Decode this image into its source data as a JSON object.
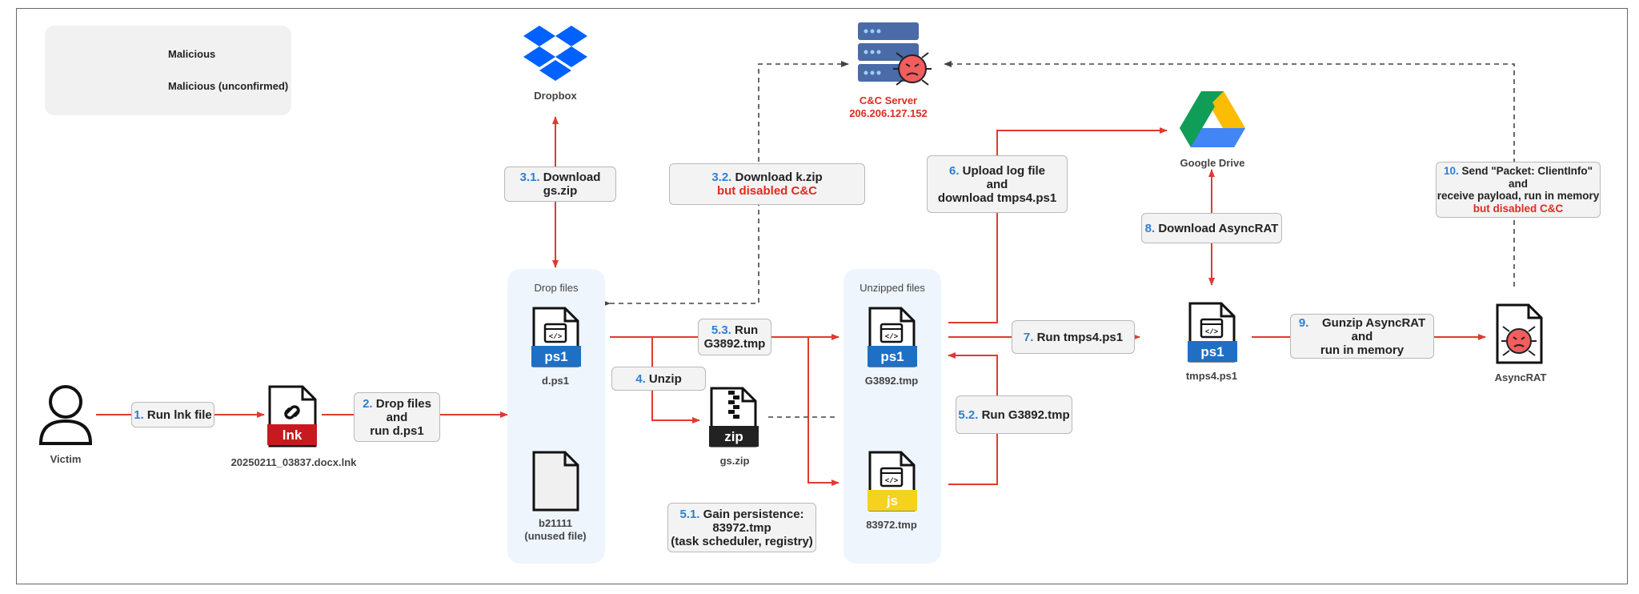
{
  "legend": {
    "malicious": "Malicious",
    "unconfirmed": "Malicious (unconfirmed)"
  },
  "colors": {
    "malicious": "#e03a30",
    "unconfirmed": "#444444",
    "step_number": "#2f7fd0",
    "warning": "#e02b1f",
    "group_bg": "#eef5fc",
    "ps1_badge": "#1f6fc5",
    "js_badge": "#f5d21b",
    "lnk_badge": "#c8191f",
    "zip_badge": "#222222"
  },
  "nodes": {
    "victim": "Victim",
    "lnk_file": "20250211_03837.docx.lnk",
    "lnk_badge": "lnk",
    "dropbox": "Dropbox",
    "cc_server_title": "C&C Server",
    "cc_server_ip": "206.206.127.152",
    "google_drive": "Google Drive",
    "drop_files_group": "Drop files",
    "d_ps1": "d.ps1",
    "ps1_badge": "ps1",
    "b21111": "b21111",
    "b21111_note": "(unused file)",
    "gs_zip": "gs.zip",
    "zip_badge": "zip",
    "unzipped_group": "Unzipped files",
    "g3892": "G3892.tmp",
    "f83972": "83972.tmp",
    "js_badge": "js",
    "tmps4": "tmps4.ps1",
    "asyncrat": "AsyncRAT"
  },
  "steps": {
    "s1": {
      "num": "1.",
      "text": "Run lnk file"
    },
    "s2": {
      "num": "2.",
      "line1": "Drop files",
      "line2": "and",
      "line3": "run d.ps1"
    },
    "s31": {
      "num": "3.1.",
      "line1": "Download",
      "line2": "gs.zip"
    },
    "s32": {
      "num": "3.2.",
      "line1": "Download k.zip",
      "warn": "but disabled C&C"
    },
    "s4": {
      "num": "4.",
      "text": "Unzip"
    },
    "s51": {
      "num": "5.1.",
      "line1": "Gain persistence:",
      "line2": "83972.tmp",
      "line3a": "(task ",
      "line3b": "scheduler",
      "line3c": ", registry)"
    },
    "s52": {
      "num": "5.2.",
      "text": "Run G3892.tmp"
    },
    "s53": {
      "num": "5.3.",
      "line1": "Run",
      "line2": "G3892.tmp"
    },
    "s6": {
      "num": "6.",
      "line1": "Upload log file",
      "line2": "and",
      "line3": "download tmps4.ps1"
    },
    "s7": {
      "num": "7.",
      "text": "Run tmps4.ps1"
    },
    "s8": {
      "num": "8.",
      "text": "Download AsyncRAT"
    },
    "s9": {
      "num": "9.",
      "line1": "Gunzip AsyncRAT",
      "line2": "and",
      "line3": "run in memory"
    },
    "s10": {
      "num": "10.",
      "line1": "Send \"Packet: ClientInfo\"",
      "line2": "and",
      "line3": "receive payload, run in memory",
      "warn": "but disabled C&C"
    }
  }
}
